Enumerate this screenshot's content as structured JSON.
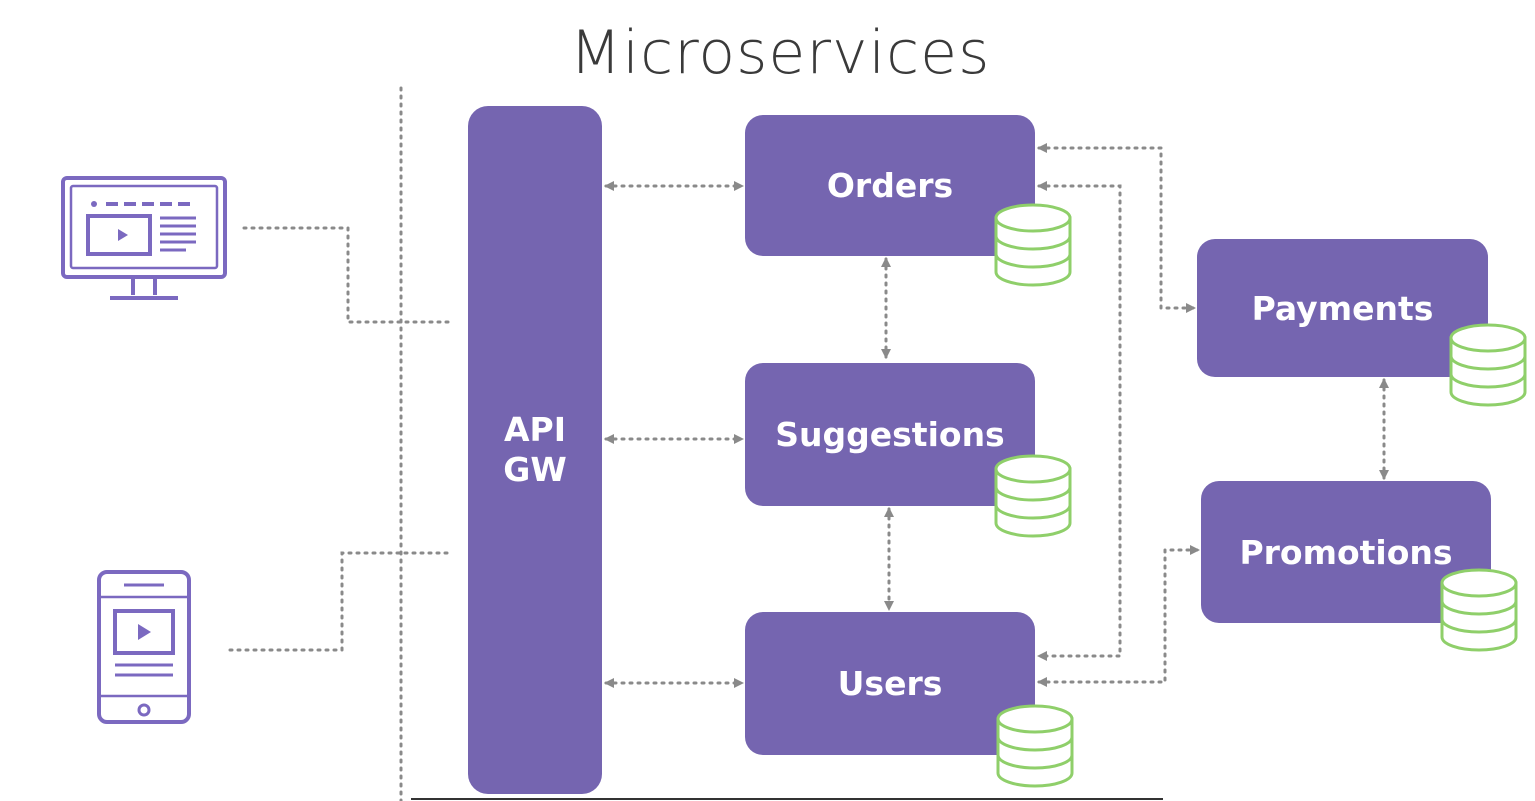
{
  "title": "Microservices",
  "gateway": {
    "line1": "API",
    "line2": "GW"
  },
  "services": {
    "orders": "Orders",
    "suggestions": "Suggestions",
    "users": "Users",
    "payments": "Payments",
    "promotions": "Promotions"
  },
  "clients": [
    "desktop-monitor-icon",
    "mobile-tablet-icon"
  ],
  "colors": {
    "service_fill": "#7565b0",
    "database_stroke": "#8fcf6a",
    "connector": "#8a8a8a",
    "title_text": "#3a3a3a"
  }
}
